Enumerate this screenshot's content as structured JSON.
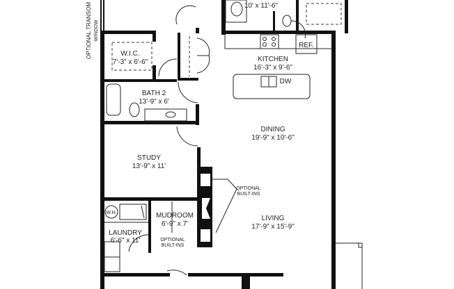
{
  "rooms": {
    "master_bath": {
      "name": "",
      "size": "10' x 11'-6\""
    },
    "wic": {
      "name": "W.I.C.",
      "size": "7'-3\" x 6'-6\""
    },
    "bath2": {
      "name": "BATH 2",
      "size": "13'-9\" x 6'"
    },
    "kitchen": {
      "name": "KITCHEN",
      "size": "16'-3\" x 9'-6\""
    },
    "dining": {
      "name": "DINING",
      "size": "19'-9\" x 10'-6\""
    },
    "study": {
      "name": "STUDY",
      "size": "13'-9\" x 11'"
    },
    "living": {
      "name": "LIVING",
      "size": "17'-9\" x 15'-9\""
    },
    "mudroom": {
      "name": "MUDROOM",
      "size": "6'-9\" x 7'"
    },
    "laundry": {
      "name": "LAUNDRY",
      "size": "6'-6\" x 11'"
    }
  },
  "fixtures": {
    "ref": "REF.",
    "dw": "DW",
    "wh": "W.H."
  },
  "notes": {
    "transom_1": "OPTIONAL TRANSOM",
    "transom_2": "WINDOW",
    "builtins_1": "OPTIONAL",
    "builtins_2": "BUILT-INS"
  }
}
